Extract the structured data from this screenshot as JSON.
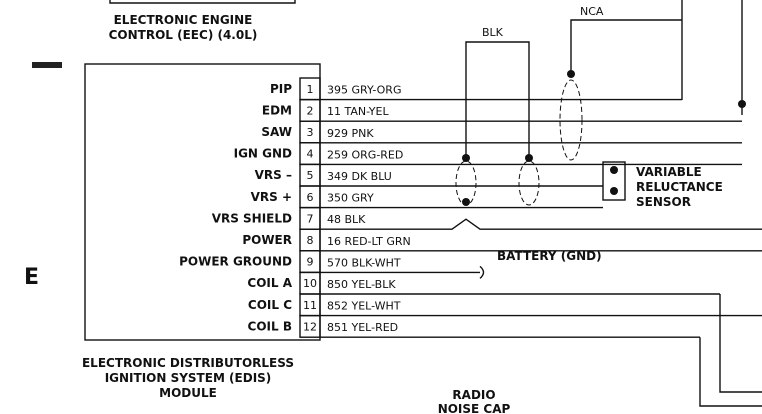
{
  "eec_title": [
    "ELECTRONIC ENGINE",
    "CONTROL (EEC) (4.0L)"
  ],
  "module_title": [
    "ELECTRONIC DISTRIBUTORLESS",
    "IGNITION SYSTEM (EDIS)",
    "MODULE"
  ],
  "section_letter": "E",
  "blk_label": "BLK",
  "nca_label": "NCA",
  "sensor_label": [
    "VARIABLE",
    "RELUCTANCE",
    "SENSOR"
  ],
  "battery_label": "BATTERY (GND)",
  "radio_label": [
    "RADIO",
    "NOISE CAP"
  ],
  "pins": [
    {
      "name": "PIP",
      "num": "1",
      "wire": "395 GRY-ORG"
    },
    {
      "name": "EDM",
      "num": "2",
      "wire": "11 TAN-YEL"
    },
    {
      "name": "SAW",
      "num": "3",
      "wire": "929 PNK"
    },
    {
      "name": "IGN GND",
      "num": "4",
      "wire": "259 ORG-RED"
    },
    {
      "name": "VRS –",
      "num": "5",
      "wire": "349 DK BLU"
    },
    {
      "name": "VRS +",
      "num": "6",
      "wire": "350 GRY"
    },
    {
      "name": "VRS SHIELD",
      "num": "7",
      "wire": "48 BLK"
    },
    {
      "name": "POWER",
      "num": "8",
      "wire": "16 RED-LT GRN"
    },
    {
      "name": "POWER GROUND",
      "num": "9",
      "wire": "570 BLK-WHT"
    },
    {
      "name": "COIL A",
      "num": "10",
      "wire": "850 YEL-BLK"
    },
    {
      "name": "COIL C",
      "num": "11",
      "wire": "852 YEL-WHT"
    },
    {
      "name": "COIL B",
      "num": "12",
      "wire": "851 YEL-RED"
    }
  ]
}
